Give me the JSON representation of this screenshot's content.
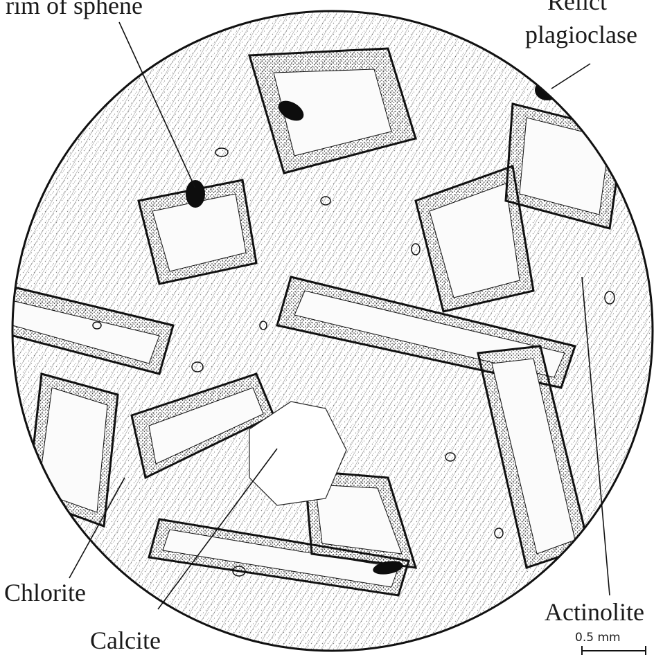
{
  "figure": {
    "labels": {
      "sphene_rim": "rim of sphene",
      "relict_line1": "Relict",
      "relict_line2": "plagioclase",
      "chlorite": "Chlorite",
      "calcite": "Calcite",
      "actinolite": "Actinolite"
    },
    "scale_bar": {
      "label": "0.5 mm"
    }
  }
}
